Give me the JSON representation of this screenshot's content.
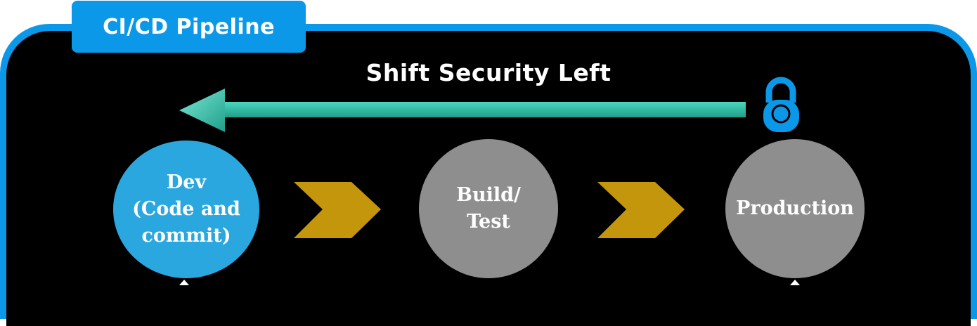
{
  "header": {
    "title": "CI/CD Pipeline"
  },
  "banner": {
    "title": "Shift Security Left"
  },
  "nodes": {
    "dev": {
      "line1": "Dev",
      "line2": "(Code and",
      "line3": "commit)"
    },
    "build": {
      "line1": "Build/",
      "line2": "Test"
    },
    "production": {
      "line1": "Production"
    }
  },
  "icons": {
    "shift_arrow": "arrow-left-icon",
    "lock": "lock-icon",
    "flow_arrow": "chevron-arrow-right-icon"
  },
  "colors": {
    "frame": "#0b98e8",
    "background": "#000000",
    "dev_node": "#2aa7df",
    "stage_node": "#8e8e8e",
    "flow_arrow": "#c4960b",
    "shift_arrow": "#3cc4a8"
  }
}
